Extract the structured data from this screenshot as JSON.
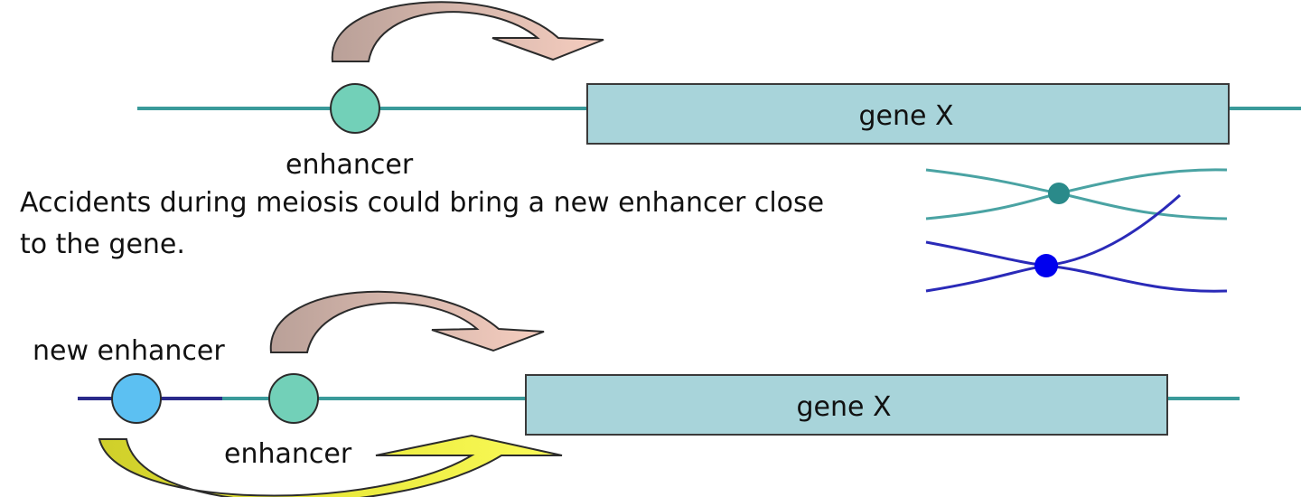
{
  "top_panel": {
    "gene_label": "gene X",
    "enhancer_label": "enhancer"
  },
  "caption": {
    "line1": "Accidents during meiosis could bring a new enhancer close",
    "line2": "to the gene."
  },
  "bottom_panel": {
    "gene_label": "gene X",
    "enhancer_label": "enhancer",
    "new_enhancer_label": "new enhancer"
  },
  "colors": {
    "dna_line": "#3a9a9a",
    "gene_fill": "#a8d4da",
    "gene_stroke": "#3a3a3a",
    "enhancer_fill": "#72d0b8",
    "new_enhancer_fill": "#5cc0f2",
    "new_dna_line": "#2a2a8a",
    "arrow_tan": "#c9a89f",
    "arrow_pink": "#f2c6b8",
    "arrow_yellow": "#f3f33a",
    "arrow_olive": "#c8c83a",
    "chromosome_teal": "#4aa3a3",
    "chromosome_blue": "#2a2ab8",
    "centromere_teal": "#2a8a8a",
    "centromere_blue": "#0000ee"
  }
}
